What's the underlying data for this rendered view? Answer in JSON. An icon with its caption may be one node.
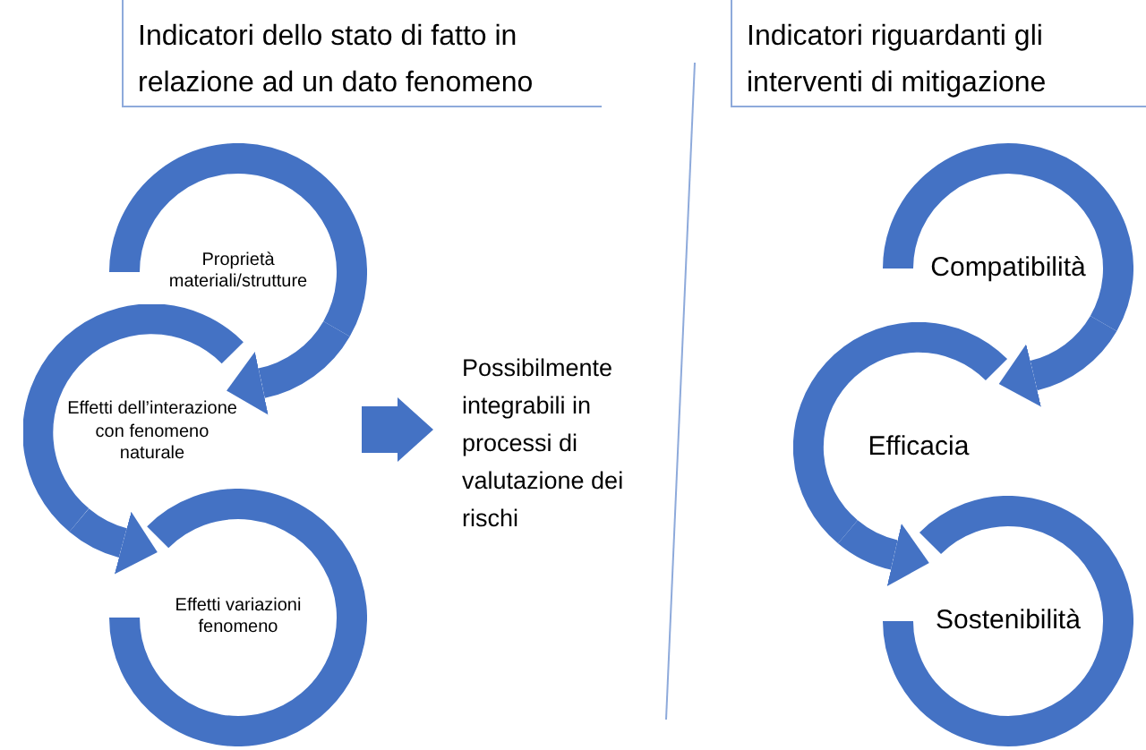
{
  "diagram": {
    "nodes": [
      {
        "text": [
          "Indicatori dello stato di fatto in relazione ad un dato fenomeno"
        ]
      },
      {
        "text": [
          "Proprietà materiali/strutture"
        ]
      },
      {
        "text": [
          "Effetti dell’interazione con fenomeno naturale"
        ]
      },
      {
        "text": [
          "Effetti variazioni fenomeno"
        ]
      },
      {
        "text": [
          "Possibilmente integrabili in processi di valutazione dei rischi"
        ]
      },
      {
        "text": [
          "Indicatori riguardanti gli interventi di mitigazione"
        ]
      },
      {
        "text": [
          "Compatibilità"
        ]
      },
      {
        "text": [
          "Efficacia"
        ]
      },
      {
        "text": [
          "Sostenibilità"
        ]
      }
    ],
    "edges": [
      {
        "from": 1,
        "to": 2,
        "arrow": "to"
      },
      {
        "from": 2,
        "to": 3,
        "arrow": "to"
      },
      {
        "from": null,
        "to": 4,
        "arrow": "to"
      },
      {
        "from": 6,
        "to": 7,
        "arrow": "to"
      },
      {
        "from": 7,
        "to": 8,
        "arrow": "to"
      }
    ]
  }
}
